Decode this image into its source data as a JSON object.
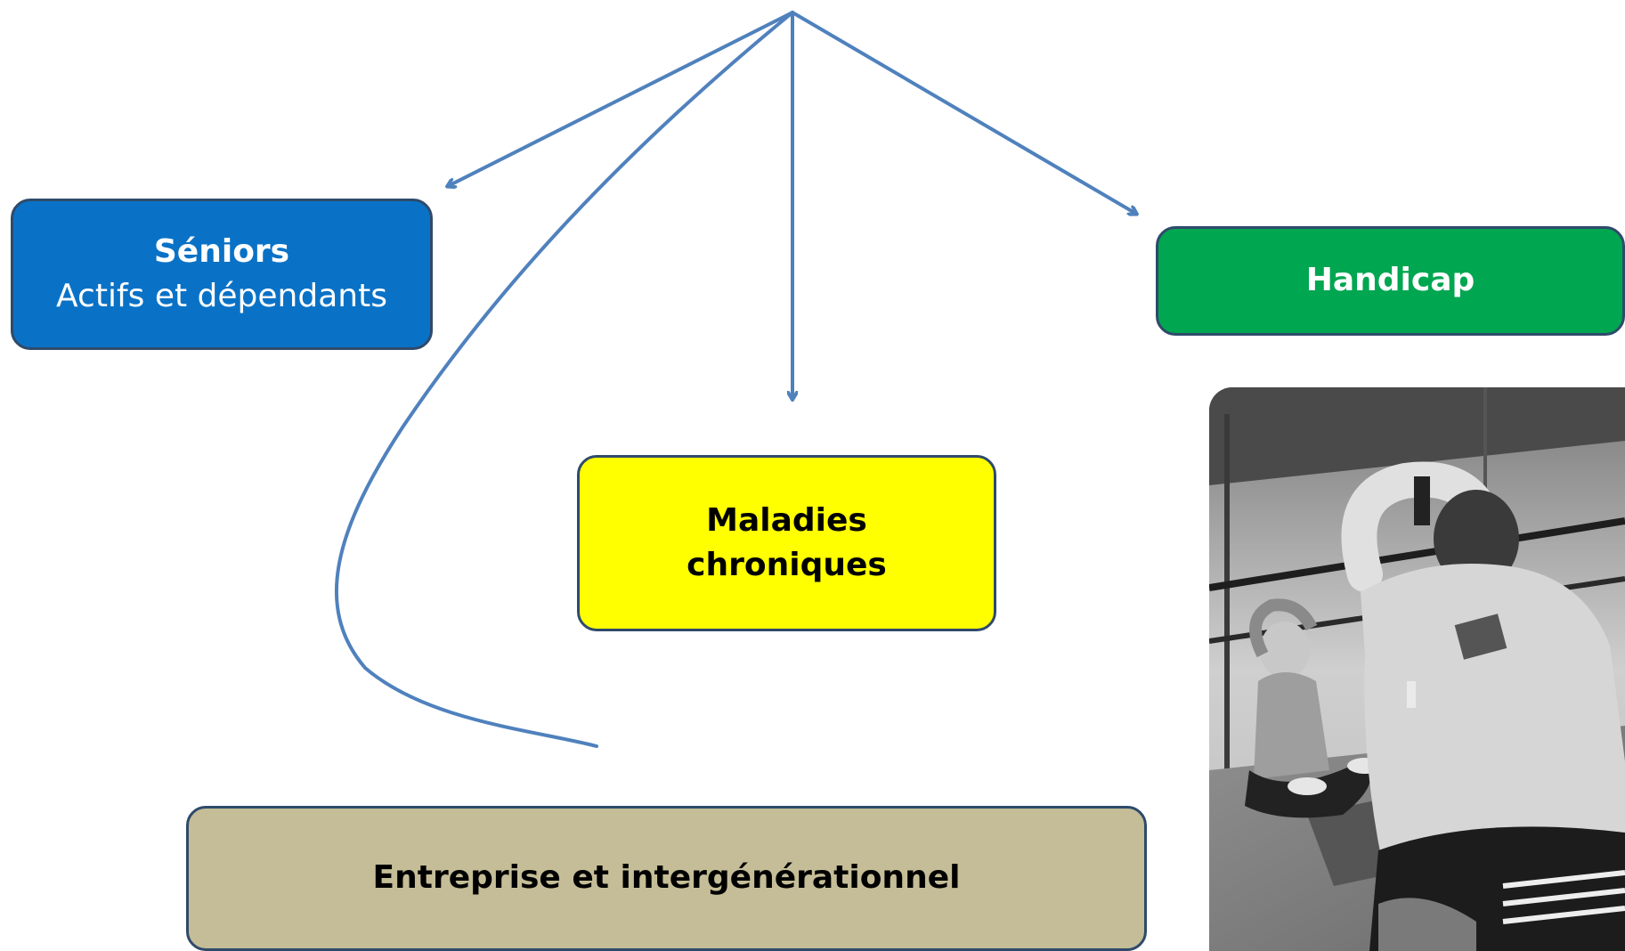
{
  "boxes": {
    "seniors": {
      "title": "Séniors",
      "subtitle": "Actifs et dépendants",
      "color": "#0a72c6"
    },
    "handicap": {
      "title": "Handicap",
      "color": "#00a650"
    },
    "maladies": {
      "title_line1": "Maladies",
      "title_line2": "chroniques",
      "color": "#ffff00"
    },
    "entreprise": {
      "title": "Entreprise et intergénérationnel",
      "color": "#c4bd97"
    }
  },
  "connector_color": "#4f81bd",
  "photo": {
    "description": "black-and-white photo of two people stretching seated on floor mats in a gym"
  }
}
